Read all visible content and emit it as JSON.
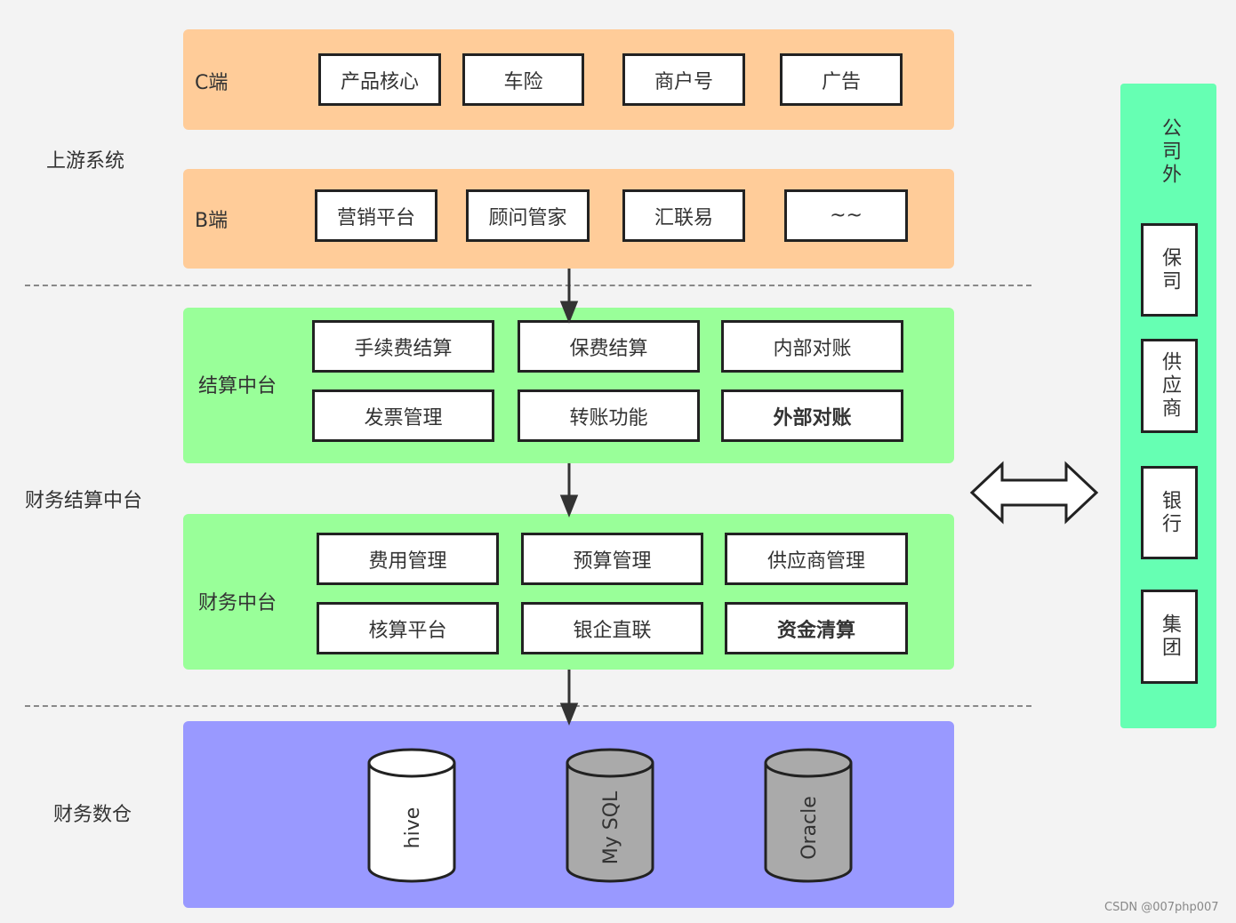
{
  "layers": {
    "upstream": "上游系统",
    "finance_middle": "财务结算中台",
    "warehouse": "财务数仓"
  },
  "c_end": {
    "label": "C端",
    "items": [
      "产品核心",
      "车险",
      "商户号",
      "广告"
    ]
  },
  "b_end": {
    "label": "B端",
    "items": [
      "营销平台",
      "顾问管家",
      "汇联易",
      "~~"
    ]
  },
  "settlement": {
    "label": "结算中台",
    "items": [
      "手续费结算",
      "保费结算",
      "内部对账",
      "发票管理",
      "转账功能",
      "外部对账"
    ]
  },
  "finance": {
    "label": "财务中台",
    "items": [
      "费用管理",
      "预算管理",
      "供应商管理",
      "核算平台",
      "银企直联",
      "资金清算"
    ]
  },
  "databases": [
    "hive",
    "My SQL",
    "Oracle"
  ],
  "external": {
    "title": "公司外",
    "items": [
      "保司",
      "供应商",
      "银行",
      "集团"
    ]
  },
  "watermark": "CSDN @007php007",
  "colors": {
    "upstream_panel": "#ffcc99",
    "middle_panel": "#99ff99",
    "warehouse_panel": "#9999ff",
    "external_panel": "#66ffb3",
    "db_white": "#ffffff",
    "db_gray": "#aaaaaa"
  }
}
